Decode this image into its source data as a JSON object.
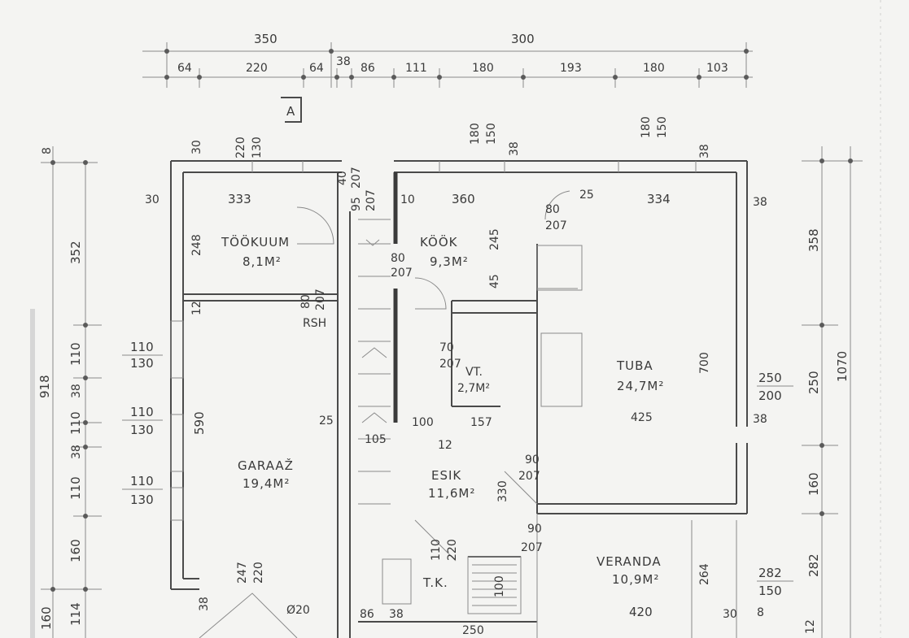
{
  "rooms": {
    "tookuum": {
      "name": "TÖÖKUUM",
      "area": "8,1M²"
    },
    "kook": {
      "name": "KÖÖK",
      "area": "9,3M²"
    },
    "tuba": {
      "name": "TUBA",
      "area": "24,7M²"
    },
    "garaaz": {
      "name": "GARAAŽ",
      "area": "19,4M²"
    },
    "esik": {
      "name": "ESIK",
      "area": "11,6M²"
    },
    "veranda": {
      "name": "VERANDA",
      "area": "10,9M²"
    },
    "vt": {
      "name": "VT.",
      "area": "2,7M²"
    },
    "tk": {
      "name": "T.K."
    },
    "rsh": {
      "name": "RSH"
    }
  },
  "top_dimensions": {
    "row1": [
      "350",
      "300"
    ],
    "row2": [
      "64",
      "220",
      "64",
      "38",
      "86",
      "111",
      "180",
      "193",
      "180",
      "103"
    ]
  },
  "marker": "A",
  "left_dimensions": [
    "918",
    "352",
    "110",
    "130",
    "110",
    "130",
    "110",
    "130",
    "38",
    "110",
    "38",
    "110",
    "160",
    "114",
    "160",
    "590",
    "248",
    "12",
    "30",
    "8"
  ],
  "right_dimensions": [
    "358",
    "1070",
    "250",
    "250",
    "200",
    "160",
    "282",
    "282",
    "150",
    "38",
    "38",
    "12"
  ],
  "interior_dimensions": [
    "30",
    "333",
    "220",
    "130",
    "180",
    "150",
    "38",
    "10",
    "360",
    "25",
    "334",
    "245",
    "80",
    "207",
    "180",
    "150",
    "38",
    "40",
    "207",
    "95",
    "207",
    "80",
    "207",
    "80",
    "207",
    "45",
    "70",
    "207",
    "700",
    "425",
    "25",
    "100",
    "157",
    "12",
    "105",
    "90",
    "207",
    "330",
    "90",
    "207",
    "264",
    "420",
    "110",
    "220",
    "100",
    "247",
    "220",
    "38",
    "Ø20",
    "86",
    "38",
    "30",
    "8",
    "250"
  ]
}
